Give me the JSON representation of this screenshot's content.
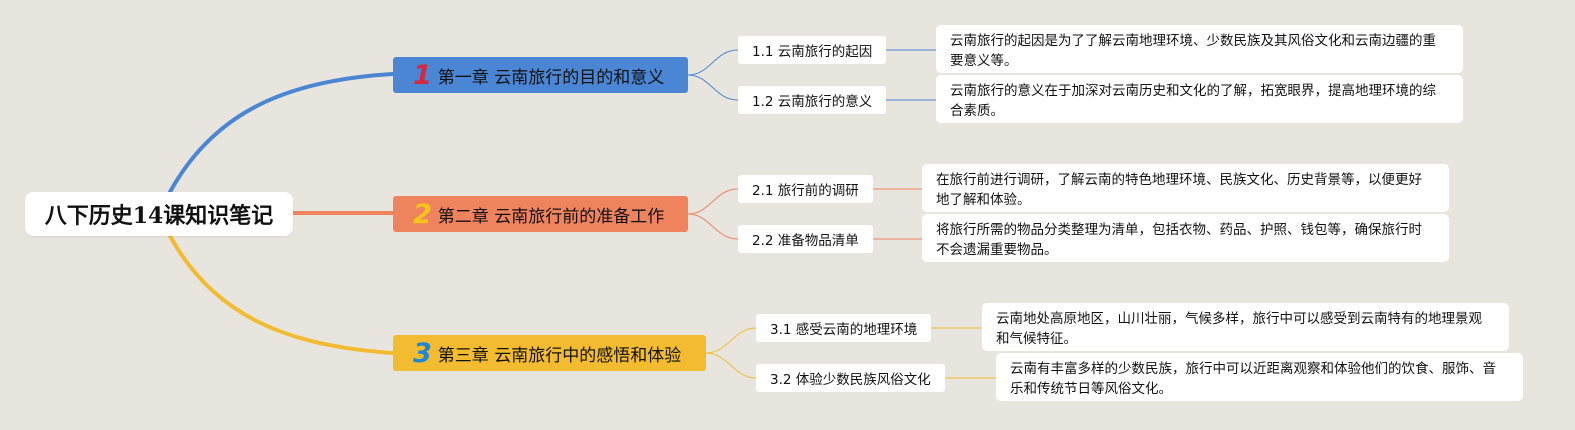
{
  "root": {
    "title": "八下历史14课知识笔记"
  },
  "chapters": [
    {
      "num": "1",
      "title": "第一章 云南旅行的目的和意义",
      "color": "#4a86d4",
      "num_color": "#d7263d",
      "subs": [
        {
          "title": "1.1 云南旅行的起因",
          "note": "云南旅行的起因是为了了解云南地理环境、少数民族及其风俗文化和云南边疆的重要意义等。"
        },
        {
          "title": "1.2 云南旅行的意义",
          "note": "云南旅行的意义在于加深对云南历史和文化的了解，拓宽眼界，提高地理环境的综合素质。"
        }
      ]
    },
    {
      "num": "2",
      "title": "第二章 云南旅行前的准备工作",
      "color": "#ef835e",
      "num_color": "#f5c518",
      "subs": [
        {
          "title": "2.1 旅行前的调研",
          "note": "在旅行前进行调研，了解云南的特色地理环境、民族文化、历史背景等，以便更好地了解和体验。"
        },
        {
          "title": "2.2 准备物品清单",
          "note": "将旅行所需的物品分类整理为清单，包括衣物、药品、护照、钱包等，确保旅行时不会遗漏重要物品。"
        }
      ]
    },
    {
      "num": "3",
      "title": "第三章 云南旅行中的感悟和体验",
      "color": "#f2bb30",
      "num_color": "#1e88d6",
      "subs": [
        {
          "title": "3.1 感受云南的地理环境",
          "note": "云南地处高原地区，山川壮丽，气候多样，旅行中可以感受到云南特有的地理景观和气候特征。"
        },
        {
          "title": "3.2 体验少数民族风俗文化",
          "note": "云南有丰富多样的少数民族，旅行中可以近距离观察和体验他们的饮食、服饰、音乐和传统节日等风俗文化。"
        }
      ]
    }
  ]
}
